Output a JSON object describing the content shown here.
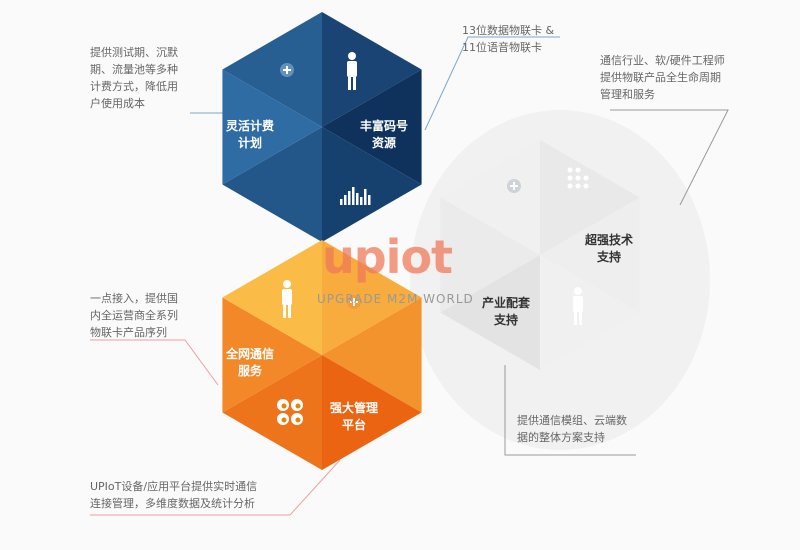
{
  "colors": {
    "blue_light": "#3f87c4",
    "blue_dark": "#0c2e58",
    "orange_light": "#fcc14a",
    "orange_dark": "#e95a0c",
    "gray_light": "#f3f3f3",
    "gray_dark": "#d9d9d9",
    "line_blue": "#7aa7cc",
    "line_red": "#e8a3a0",
    "line_gray": "#999999"
  },
  "logo": {
    "text": "upiot",
    "tagline": "UPGRADE M2M WORLD"
  },
  "blue": {
    "left_label": "灵活计费\n计划",
    "right_label": "丰富码号\n资源",
    "icons": [
      "plus-icon",
      "person-with-card-icon",
      "bar-chart-icon"
    ]
  },
  "orange": {
    "left_label": "全网通信\n服务",
    "right_label": "强大管理\n平台",
    "icons": [
      "person-phone-icon",
      "plus-icon",
      "pie-charts-icon"
    ]
  },
  "gray": {
    "left_label": "产业配套\n支持",
    "right_label": "超强技术\n支持",
    "icons": [
      "plus-icon",
      "network-icon",
      "person-idea-icon"
    ]
  },
  "notes": {
    "billing": "提供测试期、沉默\n期、流量池等多种\n计费方式，降低用\n户使用成本",
    "numbers": "13位数据物联卡 &\n11位语音物联卡",
    "tech": "通信行业、软/硬件工程师\n提供物联产品全生命周期\n管理和服务",
    "network": "一点接入，提供国\n内全运营商全系列\n物联卡产品序列",
    "industry": "提供通信模组、云端数\n据的整体方案支持",
    "platform": "UPIoT设备/应用平台提供实时通信\n连接管理，多维度数据及统计分析"
  }
}
